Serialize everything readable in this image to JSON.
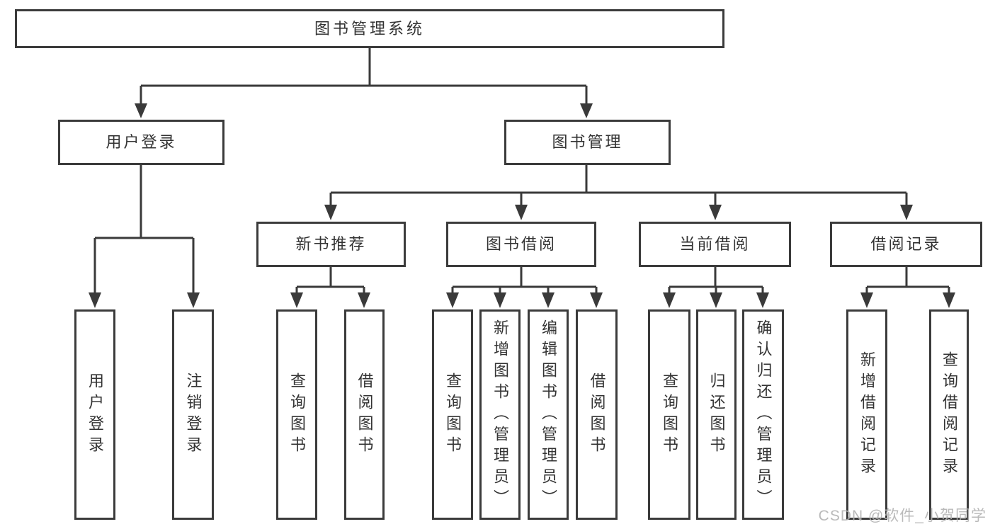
{
  "diagram": {
    "title": "图书管理系统",
    "level2": {
      "user_login": "用户登录",
      "book_management": "图书管理"
    },
    "level3": {
      "new_book_recommend": "新书推荐",
      "book_borrowing": "图书借阅",
      "current_borrowing": "当前借阅",
      "borrowing_records": "借阅记录"
    },
    "leaves": {
      "user_login": "用户登录",
      "logout": "注销登录",
      "nb_query_books": "查询图书",
      "nb_borrow_books": "借阅图书",
      "bb_query_books": "查询图书",
      "bb_add_books": "新增图书（管理员）",
      "bb_edit_books": "编辑图书（管理员）",
      "bb_borrow_books": "借阅图书",
      "cb_query_books": "查询图书",
      "cb_return_books": "归还图书",
      "cb_confirm_return": "确认归还（管理员）",
      "br_add_record": "新增借阅记录",
      "br_query_record": "查询借阅记录"
    }
  },
  "watermark": {
    "text": "CSDN @软件_小贺同学"
  },
  "colors": {
    "line": "#3a3a3a",
    "box_border": "#3b3b3b",
    "box_fill": "#ffffff",
    "text": "#333333",
    "watermark": "#b3b3b3",
    "background": "#ffffff"
  }
}
